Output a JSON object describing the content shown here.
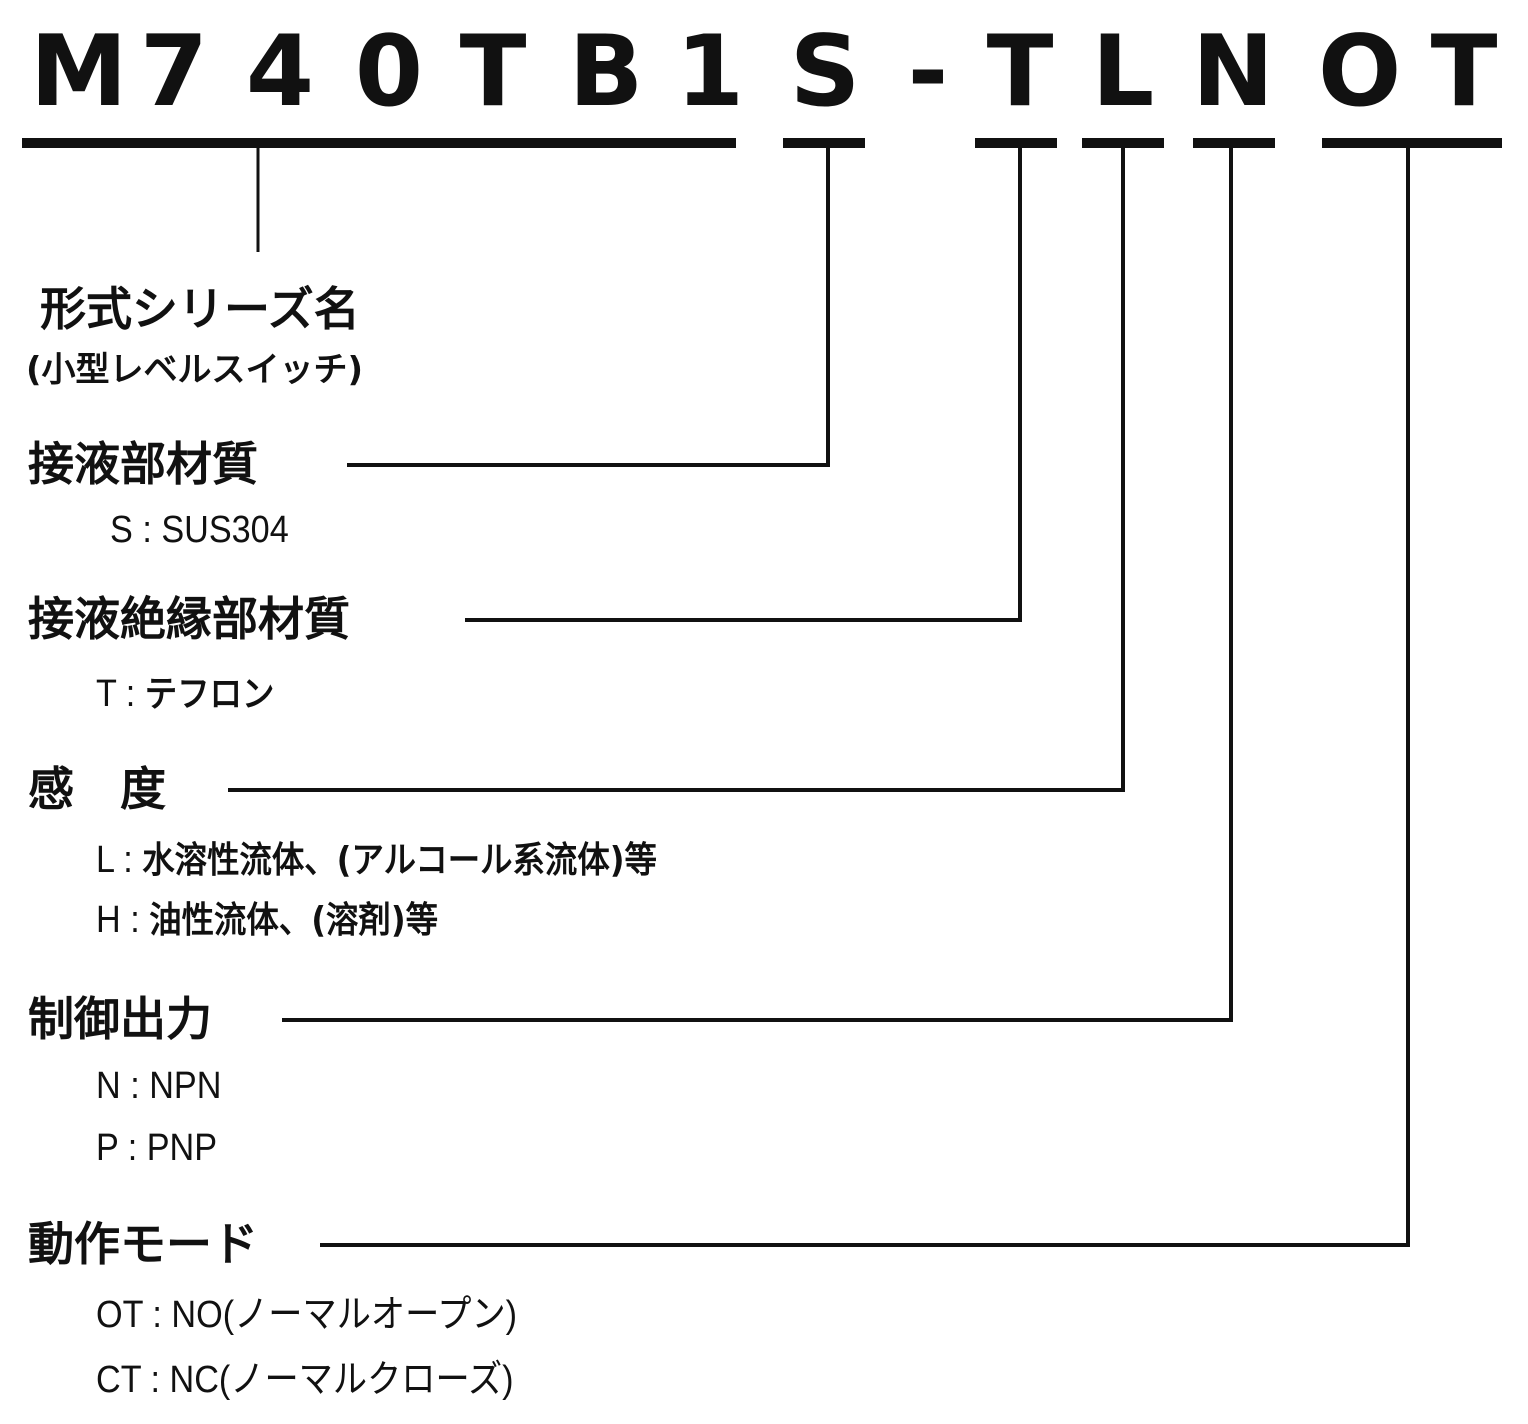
{
  "model_code": [
    "M",
    "7",
    "4",
    "0",
    "T",
    "B",
    "1",
    "S",
    "-",
    "T",
    "L",
    "N",
    "O",
    "T"
  ],
  "sections": {
    "series": {
      "title": "形式シリーズ名",
      "subtitle": "(小型レベルスイッチ)"
    },
    "wetted_material": {
      "title": "接液部材質",
      "options": [
        {
          "code": "S",
          "value": "SUS304"
        }
      ]
    },
    "wetted_insulation": {
      "title": "接液絶縁部材質",
      "options": [
        {
          "code": "T",
          "value": "テフロン"
        }
      ]
    },
    "sensitivity": {
      "title": "感　度",
      "options": [
        {
          "code": "L",
          "value": "水溶性流体、(アルコール系流体)等"
        },
        {
          "code": "H",
          "value": "油性流体、(溶剤)等"
        }
      ]
    },
    "control_output": {
      "title": "制御出力",
      "options": [
        {
          "code": "N",
          "value": "NPN"
        },
        {
          "code": "P",
          "value": "PNP"
        }
      ]
    },
    "operation_mode": {
      "title": "動作モード",
      "options": [
        {
          "code": "OT",
          "value": "NO(ノーマルオープン)"
        },
        {
          "code": "CT",
          "value": "NC(ノーマルクローズ)"
        }
      ]
    }
  },
  "colors": {
    "ink": "#111111",
    "background": "#ffffff"
  }
}
